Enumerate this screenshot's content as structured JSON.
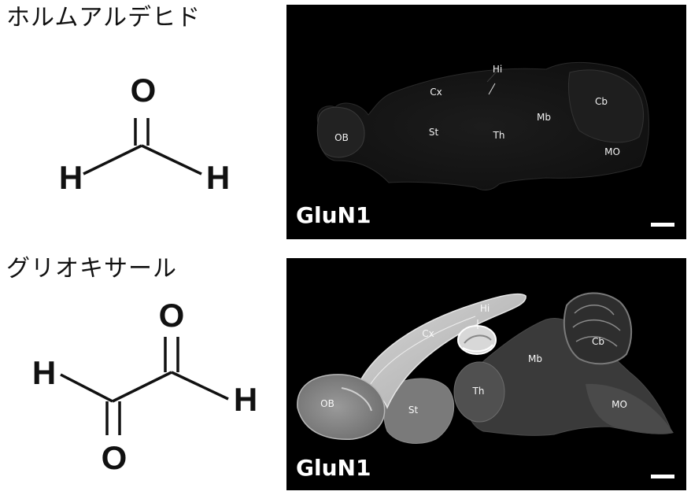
{
  "formaldehyde": {
    "name": "ホルムアルデヒド",
    "atoms": {
      "oxygen": "O",
      "hydrogen_left": "H",
      "hydrogen_right": "H"
    }
  },
  "glyoxal": {
    "name": "グリオキサール",
    "atoms": {
      "oxygen_top": "O",
      "oxygen_bottom": "O",
      "hydrogen_left": "H",
      "hydrogen_right": "H"
    }
  },
  "panel_top": {
    "stain": "GluN1",
    "regions": {
      "ob": "OB",
      "cx": "Cx",
      "hi": "Hi",
      "st": "St",
      "th": "Th",
      "mb": "Mb",
      "cb": "Cb",
      "mo": "MO"
    }
  },
  "panel_bottom": {
    "stain": "GluN1",
    "regions": {
      "ob": "OB",
      "cx": "Cx",
      "hi": "Hi",
      "st": "St",
      "th": "Th",
      "mb": "Mb",
      "cb": "Cb",
      "mo": "MO"
    }
  },
  "colors": {
    "background": "#ffffff",
    "panel": "#000000",
    "text": "#111111"
  }
}
